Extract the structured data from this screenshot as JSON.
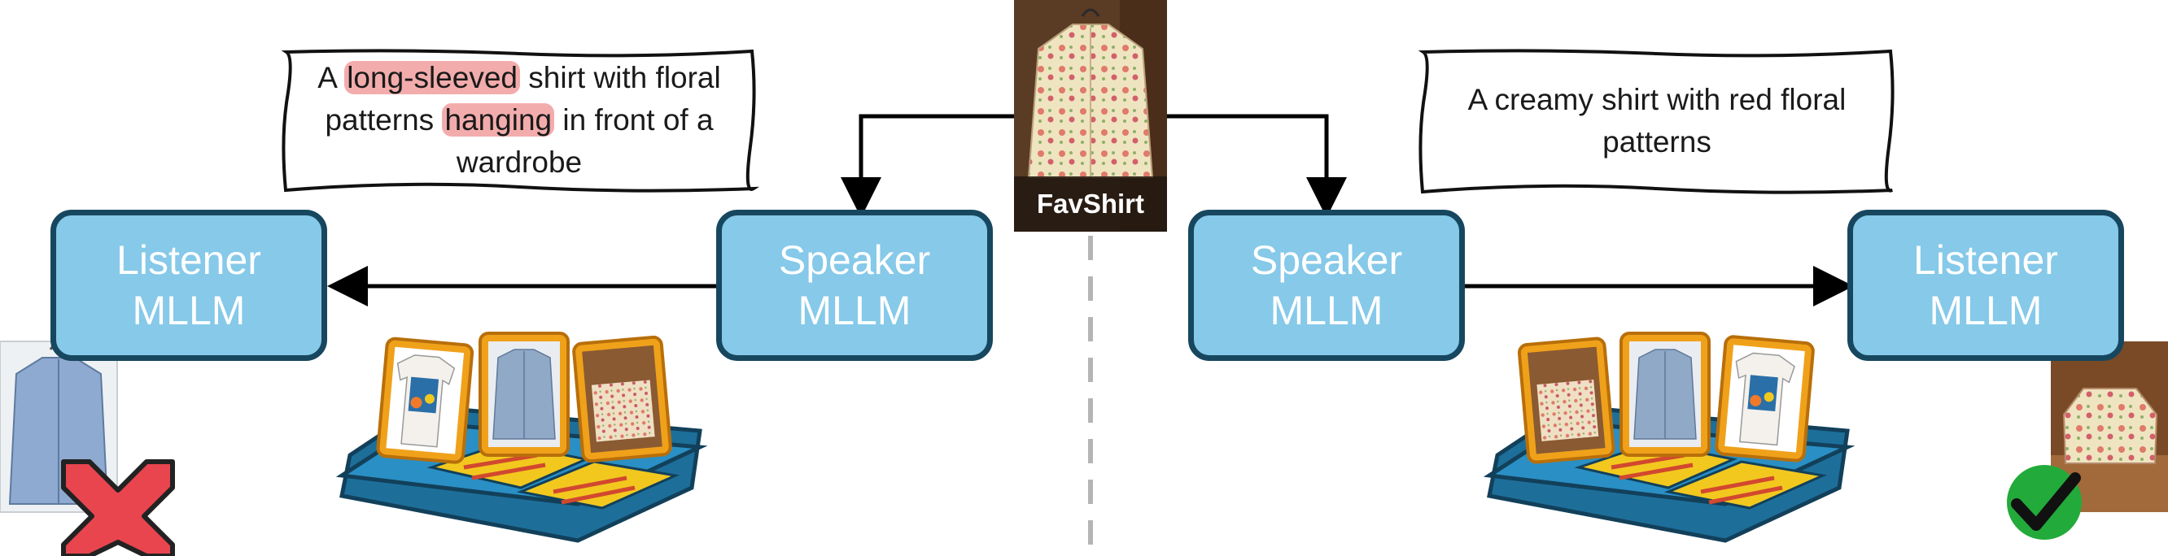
{
  "left": {
    "caption_parts": [
      {
        "text": "A ",
        "hl": false
      },
      {
        "text": "long-sleeved",
        "hl": true
      },
      {
        "text": " shirt with floral patterns ",
        "hl": false
      },
      {
        "text": "hanging",
        "hl": true
      },
      {
        "text": " in front of a wardrobe",
        "hl": false
      }
    ],
    "speaker_line1": "Speaker",
    "speaker_line2": "MLLM",
    "listener_line1": "Listener",
    "listener_line2": "MLLM",
    "cards": [
      "tshirt",
      "blue-shirt",
      "folded-floral-shirt"
    ],
    "result": "wrong"
  },
  "center": {
    "image_label": "FavShirt",
    "highlight_color": "#e85a5a"
  },
  "right": {
    "caption": "A creamy shirt with red floral patterns",
    "speaker_line1": "Speaker",
    "speaker_line2": "MLLM",
    "listener_line1": "Listener",
    "listener_line2": "MLLM",
    "cards": [
      "folded-floral-shirt",
      "blue-shirt",
      "tshirt"
    ],
    "result": "correct"
  },
  "colors": {
    "box_fill": "#86c9e9",
    "box_border": "#17475f",
    "tray_blue": "#2a8fc4",
    "card_orange": "#f0a11a",
    "wrong_red": "#e8454f",
    "correct_green": "#22aa3b"
  },
  "icons": [
    "cross-mark-icon",
    "check-mark-icon",
    "arrow-icon"
  ]
}
